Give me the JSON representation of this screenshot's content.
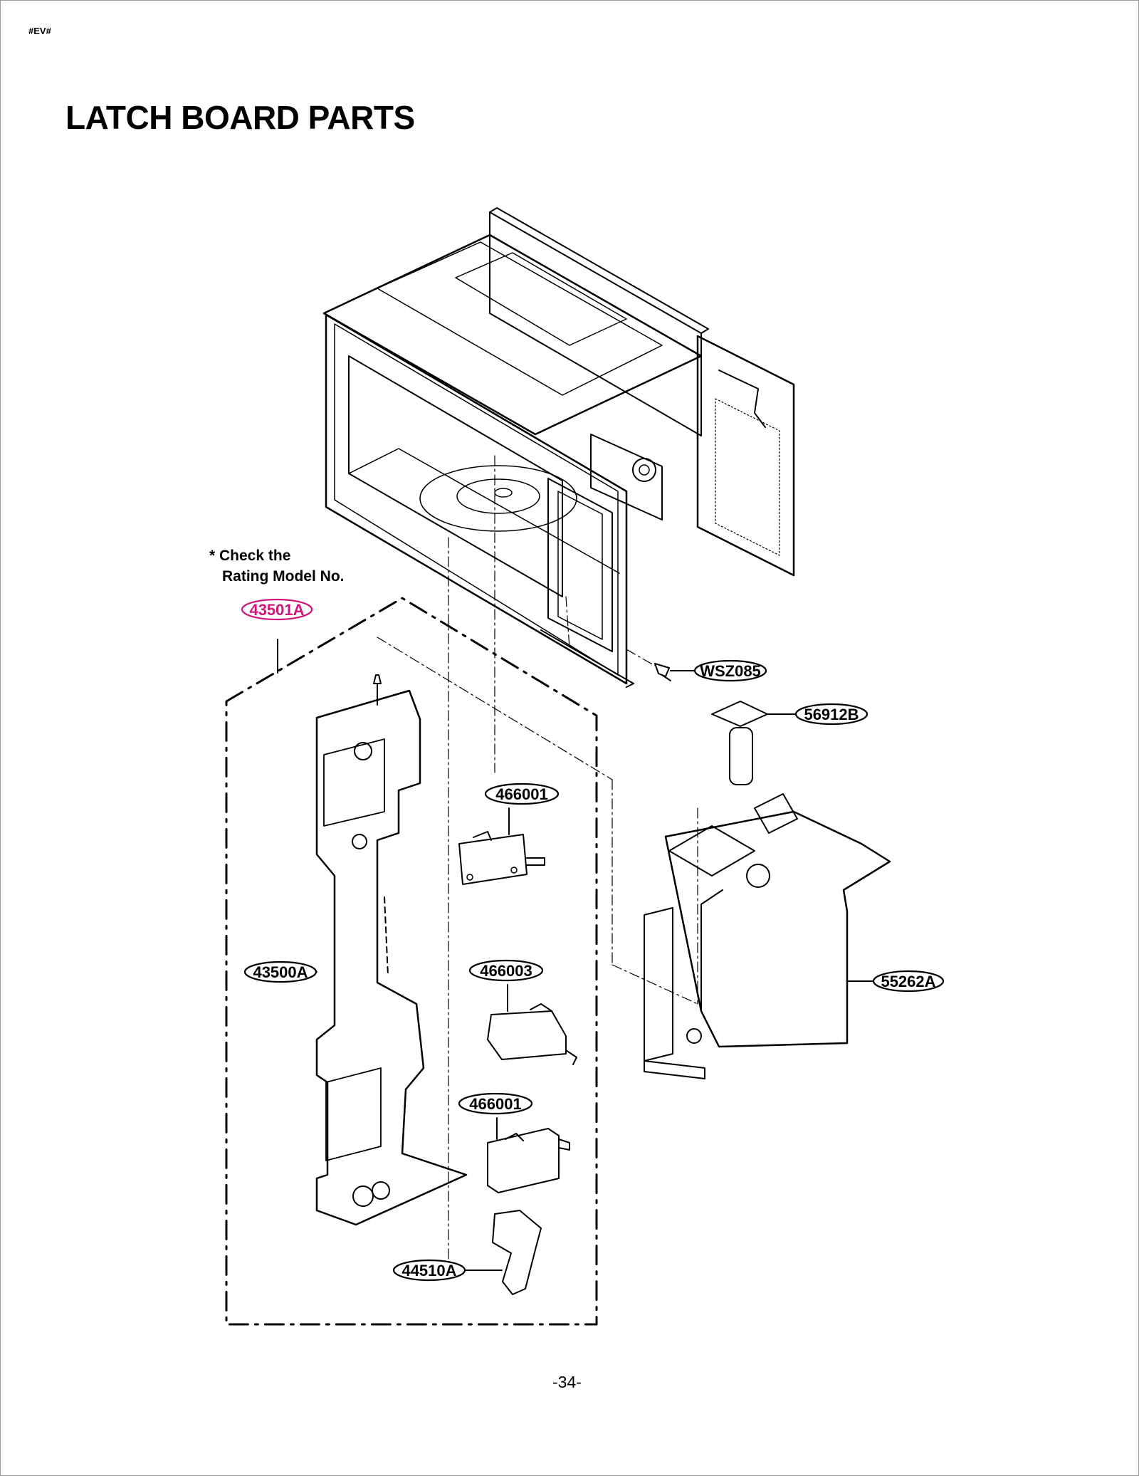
{
  "header": {
    "doc_code": "#EV#"
  },
  "title": "LATCH BOARD PARTS",
  "note": {
    "line1": "* Check the",
    "line2": "Rating Model No."
  },
  "callouts": {
    "assembly": "43501A",
    "screw": "WSZ085",
    "lamp_socket": "56912B",
    "switch_top": "466001",
    "latch_board": "43500A",
    "switch_mid": "466003",
    "bracket": "55262A",
    "switch_bottom": "466001",
    "lever": "44510A"
  },
  "colors": {
    "assembly_callout": "#d0167a",
    "line": "#000000"
  },
  "footer": {
    "page_number": "-34-"
  }
}
